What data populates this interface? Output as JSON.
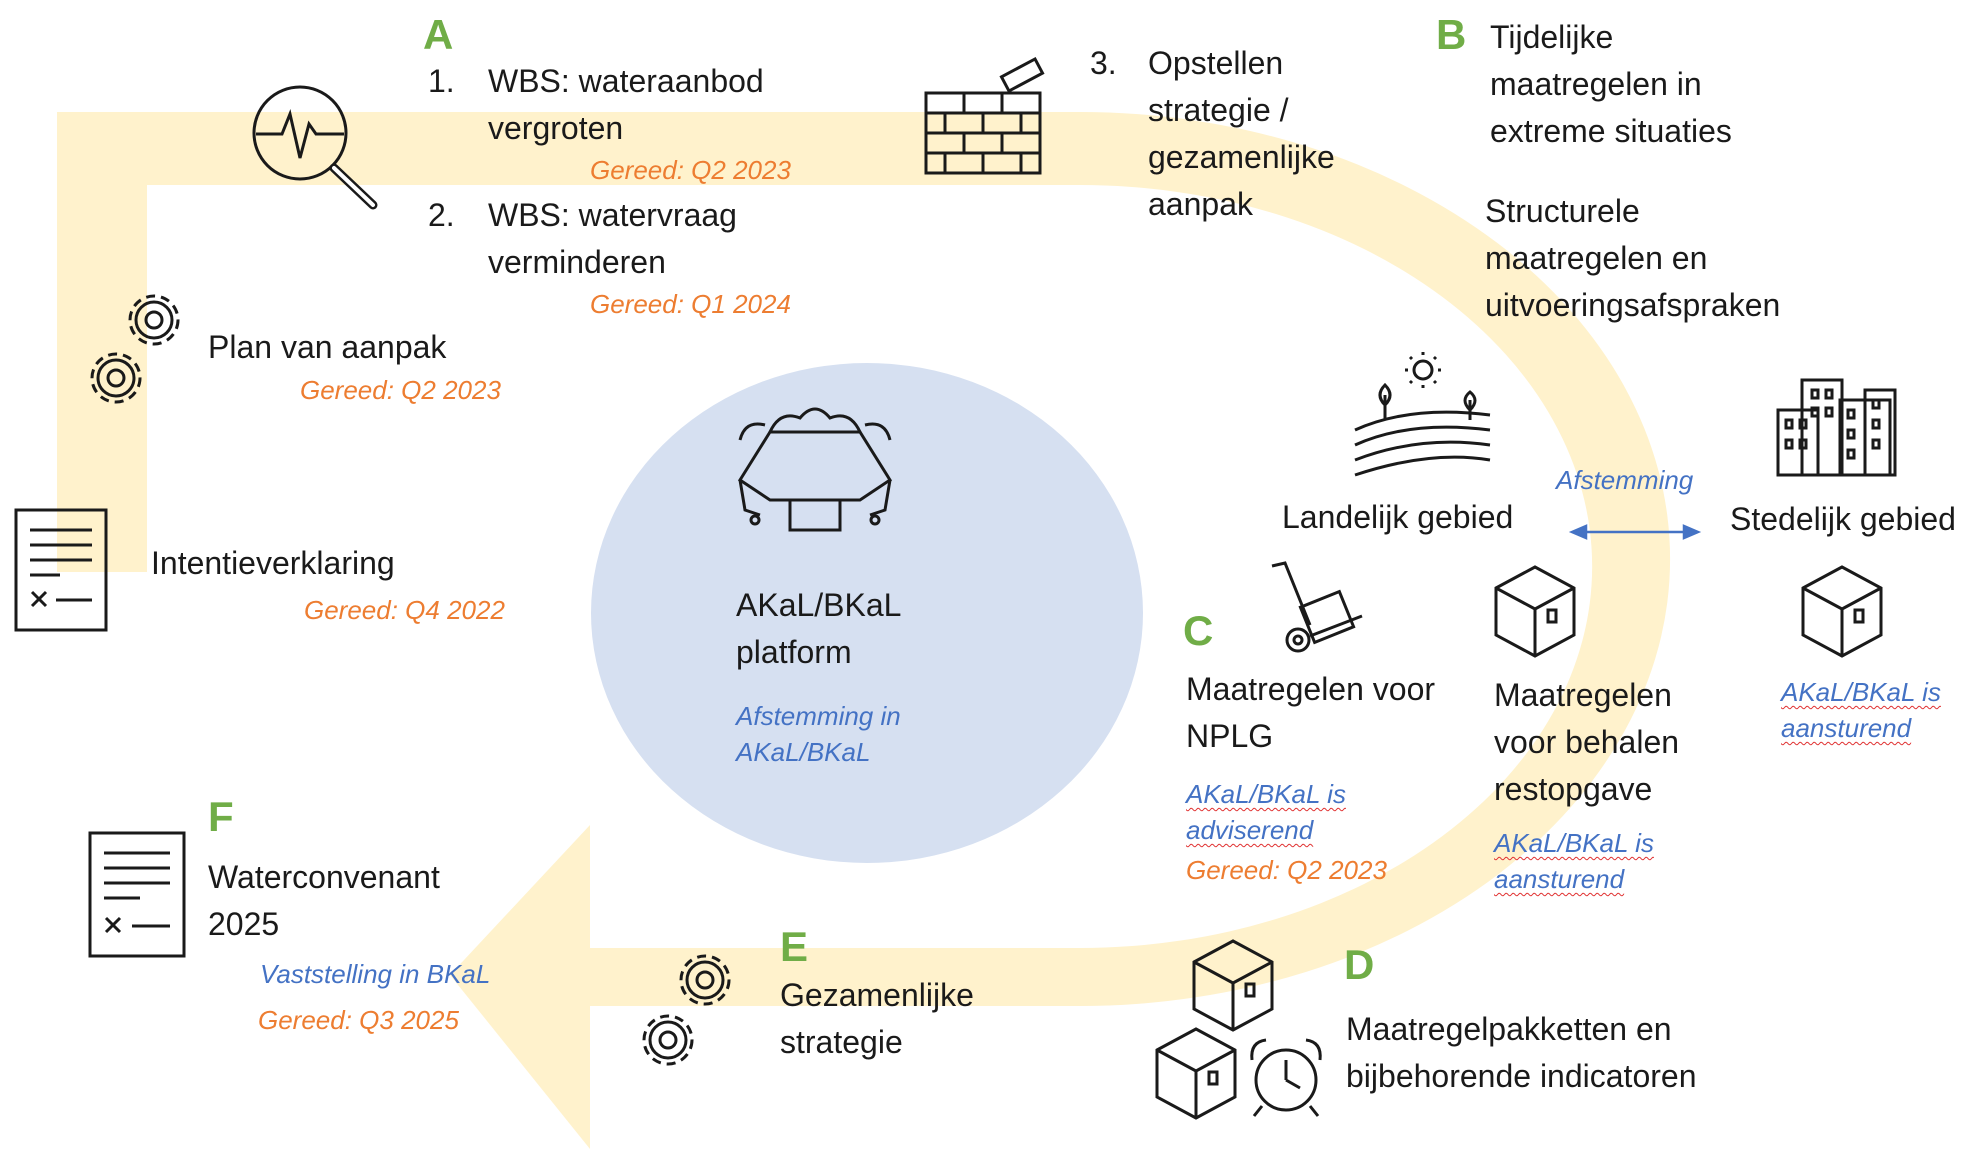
{
  "colors": {
    "band": "#FFF2CC",
    "platform_fill": "#D6E0F1",
    "letter": "#70AD47",
    "deadline": "#ED7D31",
    "coordination": "#4472C4",
    "icon_stroke": "#1a1a1a"
  },
  "icons": [
    "magnifier-pulse-icon",
    "brick-wall-icon",
    "gears-icon",
    "document-signature-icon",
    "meeting-table-icon",
    "farmland-icon",
    "city-buildings-icon",
    "hand-truck-icon",
    "box-icon",
    "alarm-clock-icon",
    "double-arrow-icon"
  ],
  "sections": {
    "A": {
      "letter": "A",
      "item1_num": "1.",
      "item1_text": "WBS: wateraanbod\nvergroten",
      "item1_deadline": "Gereed: Q2 2023",
      "item2_num": "2.",
      "item2_text": "WBS: watervraag\nverminderen",
      "item2_deadline": "Gereed: Q1 2024",
      "item3_num": "3.",
      "item3_text": "Opstellen\nstrategie /\ngezamenlijke\naanpak"
    },
    "plan": {
      "text": "Plan van aanpak",
      "deadline": "Gereed: Q2 2023"
    },
    "intent": {
      "text": "Intentieverklaring",
      "deadline": "Gereed: Q4 2022"
    },
    "B": {
      "letter": "B",
      "temporary": "Tijdelijke\nmaatregelen in\nextreme situaties",
      "structural": "Structurele\nmaatregelen en\nuitvoeringsafspraken"
    },
    "areas": {
      "rural": "Landelijk gebied",
      "urban": "Stedelijk gebied",
      "coordination": "Afstemming"
    },
    "platform": {
      "title": "AKaL/BKaL\nplatform",
      "note": "Afstemming in\nAKaL/BKaL"
    },
    "C": {
      "letter": "C",
      "nplg": "Maatregelen voor\nNPLG",
      "nplg_role": "AKaL/BKaL is\nadviserend",
      "nplg_deadline": "Gereed: Q2 2023",
      "rest": "Maatregelen\nvoor behalen\nrestopgave",
      "rest_role": "AKaL/BKaL is\naansturend",
      "urban_role": "AKaL/BKaL is\naansturend"
    },
    "D": {
      "letter": "D",
      "text": "Maatregelpakketten en\nbijbehorende indicatoren"
    },
    "E": {
      "letter": "E",
      "text": "Gezamenlijke\nstrategie"
    },
    "F": {
      "letter": "F",
      "text": "Waterconvenant\n2025",
      "adoption": "Vaststelling in BKaL",
      "deadline": "Gereed: Q3 2025"
    }
  }
}
